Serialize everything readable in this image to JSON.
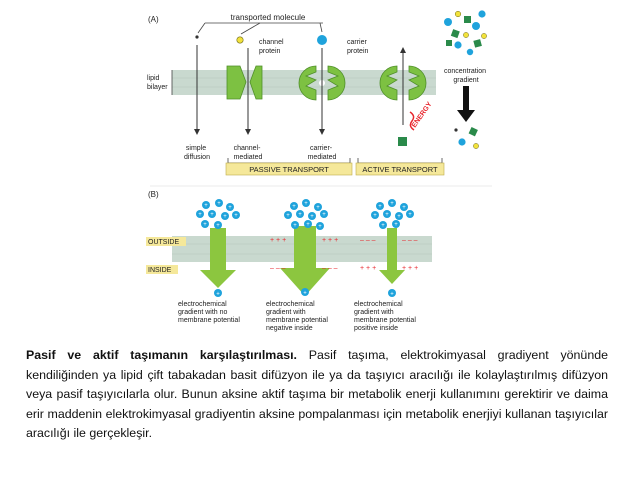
{
  "figure": {
    "panel_a": {
      "label": "(A)",
      "transported_molecule": "transported molecule",
      "channel_protein": [
        "channel",
        "protein"
      ],
      "carrier_protein": [
        "carrier",
        "protein"
      ],
      "lipid_bilayer": [
        "lipid",
        "bilayer"
      ],
      "concentration_gradient": [
        "concentration",
        "gradient"
      ],
      "energy": "ENERGY",
      "simple_diffusion": [
        "simple",
        "diffusion"
      ],
      "channel_mediated": [
        "channel-",
        "mediated"
      ],
      "carrier_mediated": [
        "carrier-",
        "mediated"
      ],
      "passive_transport": "PASSIVE TRANSPORT",
      "active_transport": "ACTIVE TRANSPORT"
    },
    "panel_b": {
      "label": "(B)",
      "outside": "OUTSIDE",
      "inside": "INSIDE",
      "ion_symbol": "+",
      "plus_signs": "+ + +",
      "minus_signs": "– – –",
      "case1": [
        "electrochemical",
        "gradient with no",
        "membrane potential"
      ],
      "case2": [
        "electrochemical",
        "gradient with",
        "membrane potential",
        "negative inside"
      ],
      "case3": [
        "electrochemical",
        "gradient with",
        "membrane potential",
        "positive inside"
      ]
    },
    "colors": {
      "membrane": "#c9d9cf",
      "arrow_green": "#8cc63f",
      "ion_blue": "#1fa3dc",
      "protein_green": "#7dc142",
      "protein_dark": "#4f8f2a",
      "molecule_yellow": "#f2e23c",
      "square_green": "#2a8a4a",
      "label_box": "#f5e89a",
      "energy_red": "#e8262d"
    }
  },
  "caption": {
    "bold": "Pasif ve aktif taşımanın karşılaştırılması.",
    "text": " Pasif taşıma, elektrokimyasal gradiyent yönünde kendiliğinden ya lipid çift tabakadan basit difüzyon ile ya da taşıyıcı aracılığı ile kolaylaştırılmış difüzyon veya pasif taşıyıcılarla olur. Bunun aksine aktif taşıma bir metabolik enerji kullanımını gerektirir ve daima erir maddenin elektrokimyasal gradiyentin aksine pompalanması için metabolik enerjiyi kullanan taşıyıcılar aracılığı ile gerçekleşir."
  }
}
